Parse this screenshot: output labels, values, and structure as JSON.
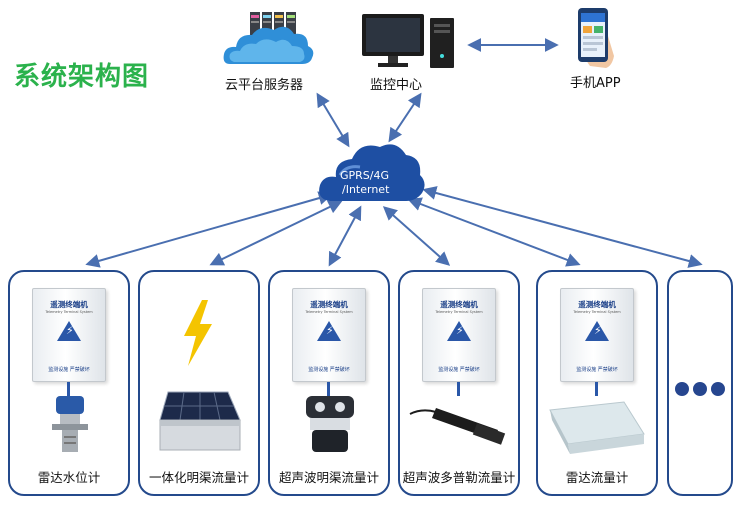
{
  "title": "系统架构图",
  "nodes": {
    "cloud_server": "云平台服务器",
    "monitor_center": "监控中心",
    "mobile_app": "手机APP",
    "network": [
      "GPRS/4G",
      "/Internet"
    ]
  },
  "terminal": {
    "title": "遥测终端机",
    "subtitle": "Telemetry Terminal System",
    "footer": "监测设施   严禁破坏"
  },
  "devices": [
    {
      "label": "雷达水位计"
    },
    {
      "label": "一体化明渠流量计"
    },
    {
      "label": "超声波明渠流量计"
    },
    {
      "label": "超声波多普勒流量计"
    },
    {
      "label": "雷达流量计"
    }
  ],
  "colors": {
    "title_green": "#2bb24c",
    "border_blue": "#244a8c",
    "arrow_blue": "#4a6fb0",
    "cloud_blue": "#1e4fa3"
  }
}
